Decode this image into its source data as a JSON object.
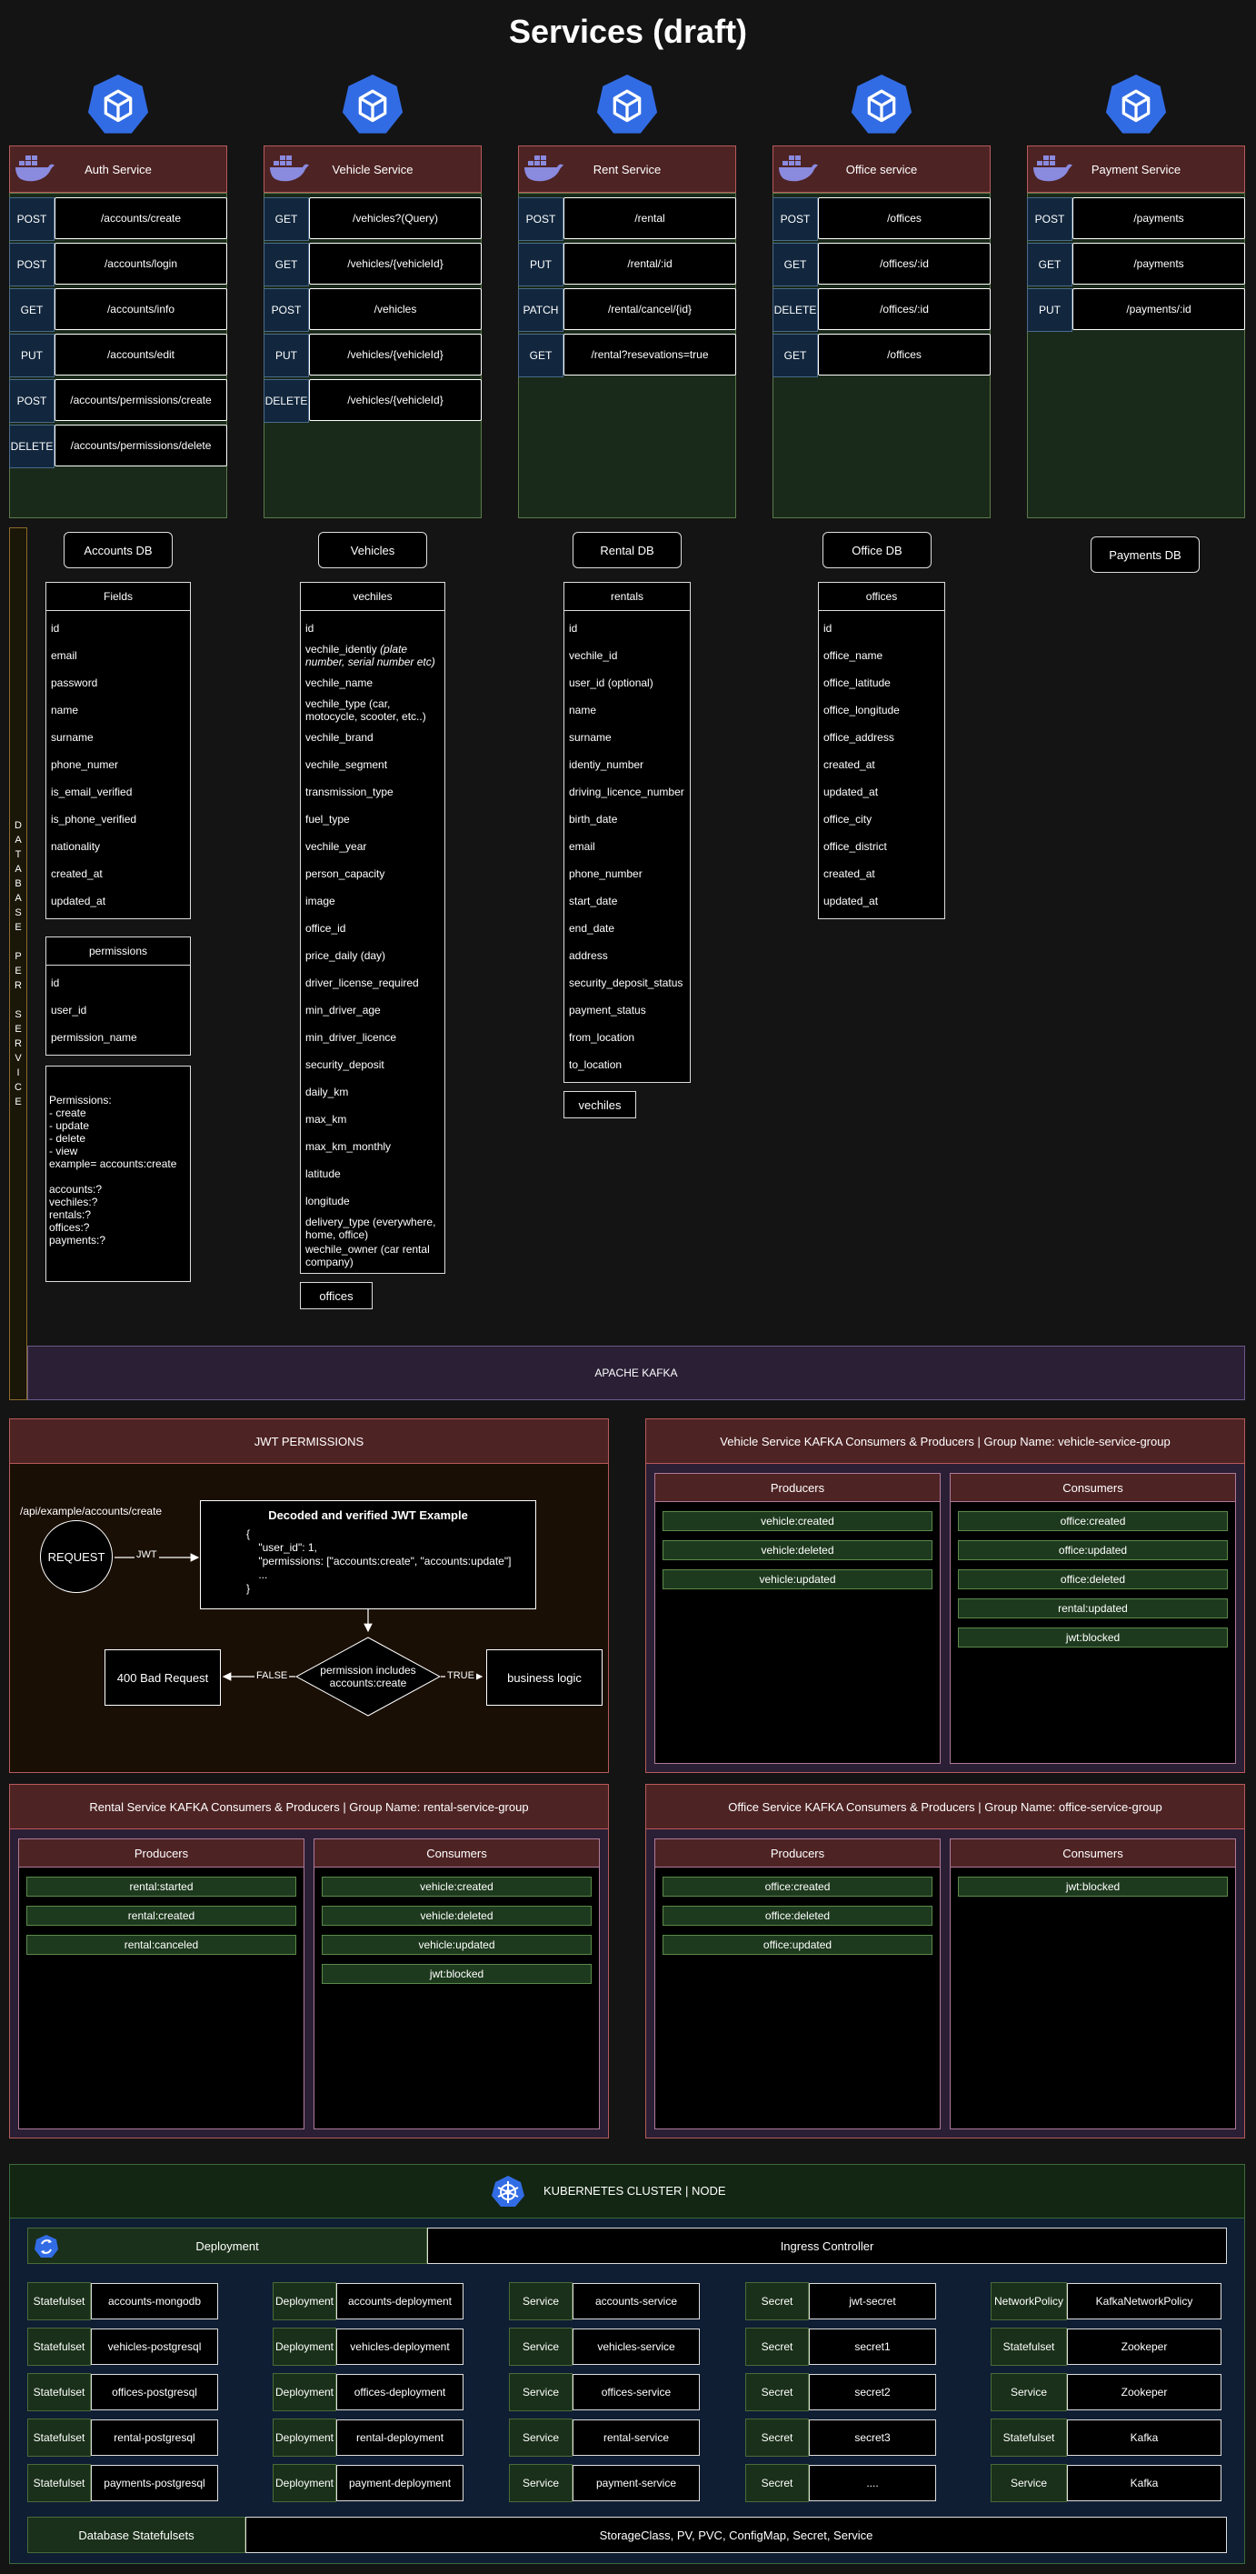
{
  "page_title": "Services (draft)",
  "colors": {
    "background": "#141414",
    "service_header": "#4e2324",
    "service_body": "#1a2a1a",
    "method_bg": "#12273e",
    "kafka_bar": "#2a1f35",
    "kubernetes_bg": "#0f1e33",
    "topic_bg": "#1e3a1e",
    "k8s_blue": "#326ce5",
    "docker_blue": "#8a8adf"
  },
  "services": [
    {
      "name": "Auth Service",
      "endpoints": [
        {
          "method": "POST",
          "path": "/accounts/create"
        },
        {
          "method": "POST",
          "path": "/accounts/login"
        },
        {
          "method": "GET",
          "path": "/accounts/info"
        },
        {
          "method": "PUT",
          "path": "/accounts/edit"
        },
        {
          "method": "POST",
          "path": "/accounts/permissions/create"
        },
        {
          "method": "DELETE",
          "path": "/accounts/permissions/delete"
        }
      ]
    },
    {
      "name": "Vehicle Service",
      "endpoints": [
        {
          "method": "GET",
          "path": "/vehicles?(Query)"
        },
        {
          "method": "GET",
          "path": "/vehicles/{vehicleId}"
        },
        {
          "method": "POST",
          "path": "/vehicles"
        },
        {
          "method": "PUT",
          "path": "/vehicles/{vehicleId}"
        },
        {
          "method": "DELETE",
          "path": "/vehicles/{vehicleId}"
        }
      ]
    },
    {
      "name": "Rent Service",
      "endpoints": [
        {
          "method": "POST",
          "path": "/rental"
        },
        {
          "method": "PUT",
          "path": "/rental/:id"
        },
        {
          "method": "PATCH",
          "path": "/rental/cancel/{id}"
        },
        {
          "method": "GET",
          "path": "/rental?resevations=true"
        }
      ]
    },
    {
      "name": "Office service",
      "endpoints": [
        {
          "method": "POST",
          "path": "/offices"
        },
        {
          "method": "GET",
          "path": "/offices/:id"
        },
        {
          "method": "DELETE",
          "path": "/offices/:id"
        },
        {
          "method": "GET",
          "path": "/offices"
        }
      ]
    },
    {
      "name": "Payment Service",
      "endpoints": [
        {
          "method": "POST",
          "path": "/payments"
        },
        {
          "method": "GET",
          "path": "/payments"
        },
        {
          "method": "PUT",
          "path": "/payments/:id"
        }
      ]
    }
  ],
  "database_per_service_label": "DATABASE PER SERVICE",
  "databases": {
    "accounts_db": "Accounts DB",
    "vehicles_db": "Vehicles",
    "rental_db": "Rental DB",
    "office_db": "Office DB",
    "payments_db": "Payments DB"
  },
  "tables": {
    "fields": {
      "name": "Fields",
      "rows": [
        "id",
        "email",
        "password",
        "name",
        "surname",
        "phone_numer",
        "is_email_verified",
        "is_phone_verified",
        "nationality",
        "created_at",
        "updated_at"
      ]
    },
    "permissions": {
      "name": "permissions",
      "rows": [
        "id",
        "user_id",
        "permission_name"
      ]
    },
    "permissions_note": "Permissions:\n- create\n- update\n- delete\n- view\nexample= accounts:create\n\naccounts:?\nvechiles:?\nrentals:?\noffices:?\npayments:?",
    "vechiles": {
      "name": "vechiles",
      "rows": [
        {
          "text": "id",
          "italic": ""
        },
        {
          "text": "vechile_identiy ",
          "italic": "(plate number, serial number etc)"
        },
        {
          "text": "vechile_name",
          "italic": ""
        },
        {
          "text": "vechile_type (car, motocycle, scooter, etc..)",
          "italic": ""
        },
        {
          "text": "vechile_brand",
          "italic": ""
        },
        {
          "text": "vechile_segment",
          "italic": ""
        },
        {
          "text": "transmission_type",
          "italic": ""
        },
        {
          "text": "fuel_type",
          "italic": ""
        },
        {
          "text": "vechile_year",
          "italic": ""
        },
        {
          "text": "person_capacity",
          "italic": ""
        },
        {
          "text": "image",
          "italic": ""
        },
        {
          "text": "office_id",
          "italic": ""
        },
        {
          "text": "price_daily (day)",
          "italic": ""
        },
        {
          "text": "driver_license_required",
          "italic": ""
        },
        {
          "text": "min_driver_age",
          "italic": ""
        },
        {
          "text": "min_driver_licence",
          "italic": ""
        },
        {
          "text": "security_deposit",
          "italic": ""
        },
        {
          "text": "daily_km",
          "italic": ""
        },
        {
          "text": "max_km",
          "italic": ""
        },
        {
          "text": "max_km_monthly",
          "italic": ""
        },
        {
          "text": "latitude",
          "italic": ""
        },
        {
          "text": "longitude",
          "italic": ""
        },
        {
          "text": "delivery_type (everywhere, home, office)",
          "italic": ""
        },
        {
          "text": "wechile_owner (car rental company)",
          "italic": ""
        }
      ],
      "footer_ref": "offices"
    },
    "rentals": {
      "name": "rentals",
      "rows": [
        "id",
        "vechile_id",
        "user_id (optional)",
        "name",
        "surname",
        "identiy_number",
        "driving_licence_number",
        "birth_date",
        "email",
        "phone_number",
        "start_date",
        "end_date",
        "address",
        "security_deposit_status",
        "payment_status",
        "from_location",
        "to_location"
      ],
      "footer_ref": "vechiles"
    },
    "offices": {
      "name": "offices",
      "rows": [
        "id",
        "office_name",
        "office_latitude",
        "office_longitude",
        "office_address",
        "created_at",
        "updated_at",
        "office_city",
        "office_district",
        "created_at",
        "updated_at"
      ]
    }
  },
  "apache_kafka": "APACHE KAFKA",
  "jwt": {
    "title": "JWT PERMISSIONS",
    "request_url": "/api/example/accounts/create",
    "request_label": "REQUEST",
    "jwt_label": "JWT",
    "decoded_title": "Decoded and verified JWT Example",
    "decoded_body": "{\n    \"user_id\": 1,\n    \"permissions: [\"accounts:create\", \"accounts:update\"]\n    ...\n}",
    "decision": "permission includes accounts:create",
    "false_label": "FALSE",
    "true_label": "TRUE",
    "bad_request": "400 Bad Request",
    "business": "business logic"
  },
  "kafka_panels": {
    "vehicle": {
      "title": "Vehicle Service KAFKA Consumers & Producers | Group Name: vehicle-service-group",
      "producers_label": "Producers",
      "consumers_label": "Consumers",
      "producers": [
        "vehicle:created",
        "vehicle:deleted",
        "vehicle:updated"
      ],
      "consumers": [
        "office:created",
        "office:updated",
        "office:deleted",
        "rental:updated",
        "jwt:blocked"
      ]
    },
    "rental": {
      "title": "Rental Service KAFKA Consumers & Producers | Group Name: rental-service-group",
      "producers_label": "Producers",
      "consumers_label": "Consumers",
      "producers": [
        "rental:started",
        "rental:created",
        "rental:canceled"
      ],
      "consumers": [
        "vehicle:created",
        "vehicle:deleted",
        "vehicle:updated",
        "jwt:blocked"
      ]
    },
    "office": {
      "title": "Office Service KAFKA Consumers & Producers | Group Name: office-service-group",
      "producers_label": "Producers",
      "consumers_label": "Consumers",
      "producers": [
        "office:created",
        "office:deleted",
        "office:updated"
      ],
      "consumers": [
        "jwt:blocked"
      ]
    }
  },
  "kubernetes": {
    "title": "KUBERNETES CLUSTER | NODE",
    "deployment_label": "Deployment",
    "ingress_label": "Ingress Controller",
    "columns": [
      [
        {
          "kind": "Statefulset",
          "name": "accounts-mongodb"
        },
        {
          "kind": "Statefulset",
          "name": "vehicles-postgresql"
        },
        {
          "kind": "Statefulset",
          "name": "offices-postgresql"
        },
        {
          "kind": "Statefulset",
          "name": "rental-postgresql"
        },
        {
          "kind": "Statefulset",
          "name": "payments-postgresql"
        }
      ],
      [
        {
          "kind": "Deployment",
          "name": "accounts-deployment"
        },
        {
          "kind": "Deployment",
          "name": "vehicles-deployment"
        },
        {
          "kind": "Deployment",
          "name": "offices-deployment"
        },
        {
          "kind": "Deployment",
          "name": "rental-deployment"
        },
        {
          "kind": "Deployment",
          "name": "payment-deployment"
        }
      ],
      [
        {
          "kind": "Service",
          "name": "accounts-service"
        },
        {
          "kind": "Service",
          "name": "vehicles-service"
        },
        {
          "kind": "Service",
          "name": "offices-service"
        },
        {
          "kind": "Service",
          "name": "rental-service"
        },
        {
          "kind": "Service",
          "name": "payment-service"
        }
      ],
      [
        {
          "kind": "Secret",
          "name": "jwt-secret"
        },
        {
          "kind": "Secret",
          "name": "secret1"
        },
        {
          "kind": "Secret",
          "name": "secret2"
        },
        {
          "kind": "Secret",
          "name": "secret3"
        },
        {
          "kind": "Secret",
          "name": "...."
        }
      ],
      [
        {
          "kind": "NetworkPolicy",
          "name": "KafkaNetworkPolicy"
        },
        {
          "kind": "Statefulset",
          "name": "Zookeper"
        },
        {
          "kind": "Service",
          "name": "Zookeper"
        },
        {
          "kind": "Statefulset",
          "name": "Kafka"
        },
        {
          "kind": "Service",
          "name": "Kafka"
        }
      ]
    ],
    "db_statefulsets_label": "Database Statefulsets",
    "storage_label": "StorageClass, PV, PVC, ConfigMap, Secret, Service"
  }
}
